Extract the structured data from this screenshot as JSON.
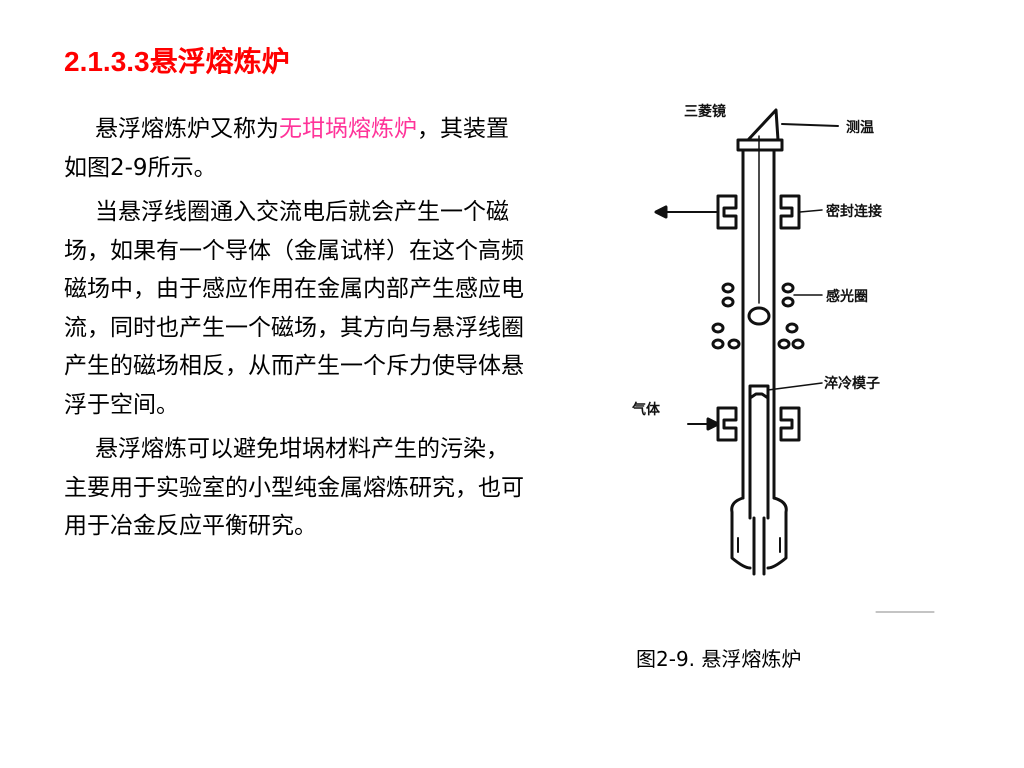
{
  "slide": {
    "title": "2.1.3.3悬浮熔炼炉",
    "paragraphs": [
      {
        "before": "悬浮熔炼炉又称为",
        "highlight": "无坩埚熔炼炉",
        "after": "，其装置如图2-9所示。"
      },
      {
        "text": "当悬浮线圈通入交流电后就会产生一个磁场，如果有一个导体（金属试样）在这个高频磁场中，由于感应作用在金属内部产生感应电流，同时也产生一个磁场，其方向与悬浮线圈产生的磁场相反，从而产生一个斥力使导体悬浮于空间。"
      },
      {
        "text": "悬浮熔炼可以避免坩埚材料产生的污染，主要用于实验室的小型纯金属熔炼研究，也可用于冶金反应平衡研究。"
      }
    ],
    "figure": {
      "caption": "图2-9. 悬浮熔炼炉",
      "labels": {
        "prism": "三菱镜",
        "temp": "测温",
        "seal": "密封连接",
        "coil": "感光圈",
        "quench": "淬冷模子",
        "gas": "气体"
      }
    },
    "colors": {
      "title": "#ff0000",
      "highlight": "#ff3399"
    }
  }
}
